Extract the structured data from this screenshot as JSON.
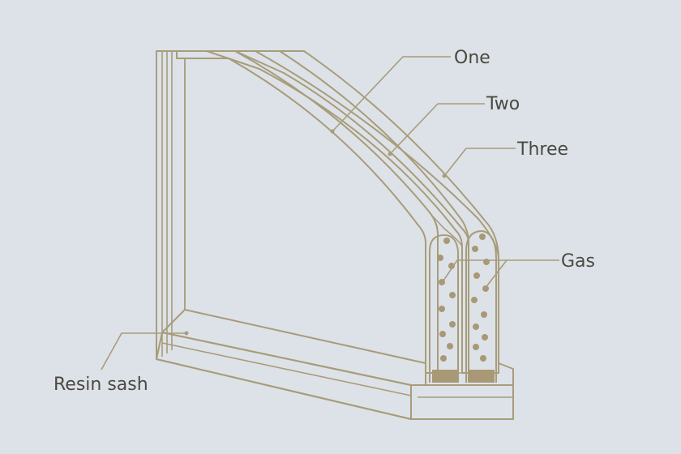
{
  "labels": {
    "pane_one": "One",
    "pane_two": "Two",
    "pane_three": "Three",
    "gas": "Gas",
    "resin_sash": "Resin sash"
  },
  "colors": {
    "background": "#dde2e8",
    "outline": "#a89c7a",
    "glass": "#f3f5f6",
    "frame": "#fbfbf9",
    "gas_dot": "#a99876",
    "spacer": "#a99876",
    "text": "#4a4a40"
  }
}
